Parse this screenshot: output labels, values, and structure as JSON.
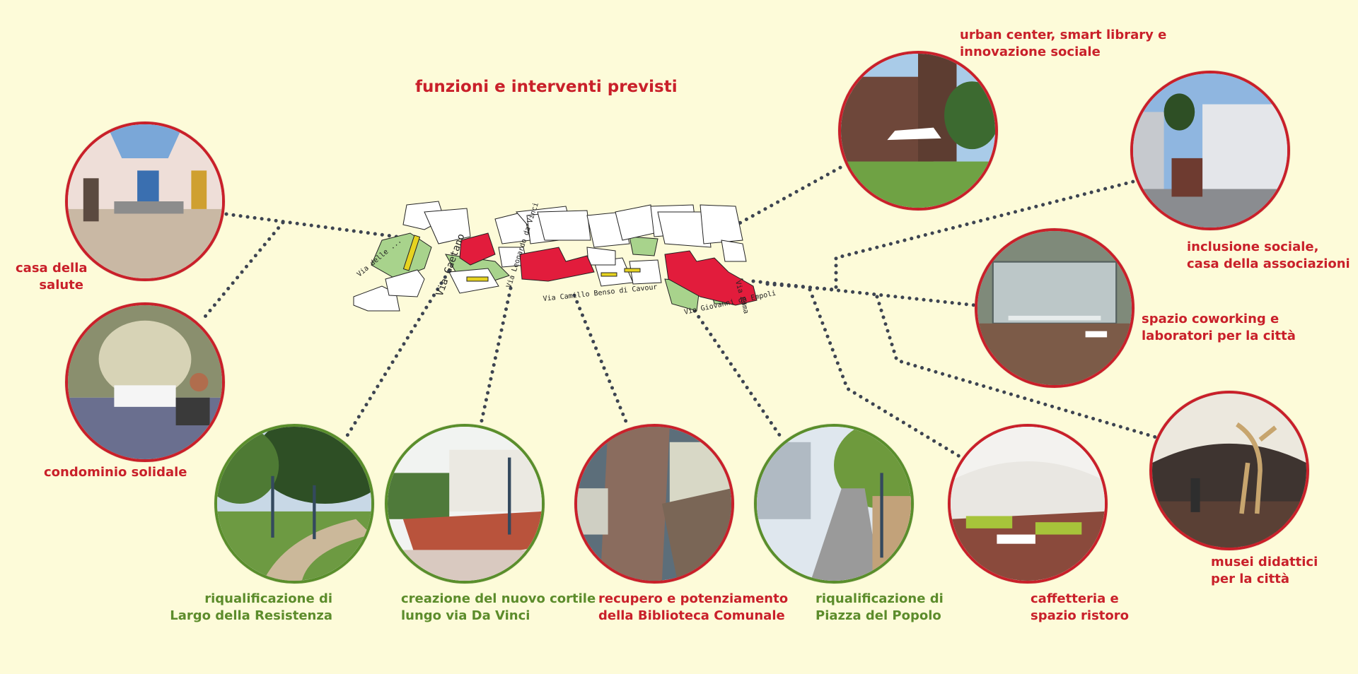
{
  "title": "funzioni e interventi previsti",
  "street_names": {
    "via_gaetano": "Via Gaetano",
    "via_leonardo_da_vinci": "Via Leonardo da Vinci",
    "via_cavour": "Via Camillo Benso di Cavour",
    "via_roma": "Via Roma",
    "via_empoli": "Via Giovanni da Empoli",
    "via_delle": "Via delle ..."
  },
  "items": [
    {
      "id": "casa-salute",
      "lines": [
        "casa della",
        "salute"
      ],
      "color": "#c9202a"
    },
    {
      "id": "condominio",
      "lines": [
        "condominio solidale"
      ],
      "color": "#c9202a"
    },
    {
      "id": "largo",
      "lines": [
        "riqualificazione di",
        "Largo della Resistenza"
      ],
      "color": "#5c8c2b"
    },
    {
      "id": "cortile",
      "lines": [
        "creazione del nuovo cortile",
        "lungo via Da Vinci"
      ],
      "color": "#5c8c2b"
    },
    {
      "id": "biblioteca",
      "lines": [
        "recupero e potenziamento",
        "della Biblioteca Comunale"
      ],
      "color": "#c9202a"
    },
    {
      "id": "piazza",
      "lines": [
        "riqualificazione di",
        "Piazza del Popolo"
      ],
      "color": "#5c8c2b"
    },
    {
      "id": "caffetteria",
      "lines": [
        "caffetteria e",
        "spazio ristoro"
      ],
      "color": "#c9202a"
    },
    {
      "id": "musei",
      "lines": [
        "musei didattici",
        "per la città"
      ],
      "color": "#c9202a"
    },
    {
      "id": "coworking",
      "lines": [
        "spazio coworking e",
        "laboratori per la città"
      ],
      "color": "#c9202a"
    },
    {
      "id": "inclusione",
      "lines": [
        "inclusione sociale,",
        "casa della associazioni"
      ],
      "color": "#c9202a"
    },
    {
      "id": "urban",
      "lines": [
        "urban center, smart library e",
        "innovazione sociale"
      ],
      "color": "#c9202a"
    }
  ],
  "colors": {
    "background": "#fdfbd9",
    "accent_red": "#c9202a",
    "accent_green": "#5c8c2b",
    "connector": "#3d4451"
  }
}
